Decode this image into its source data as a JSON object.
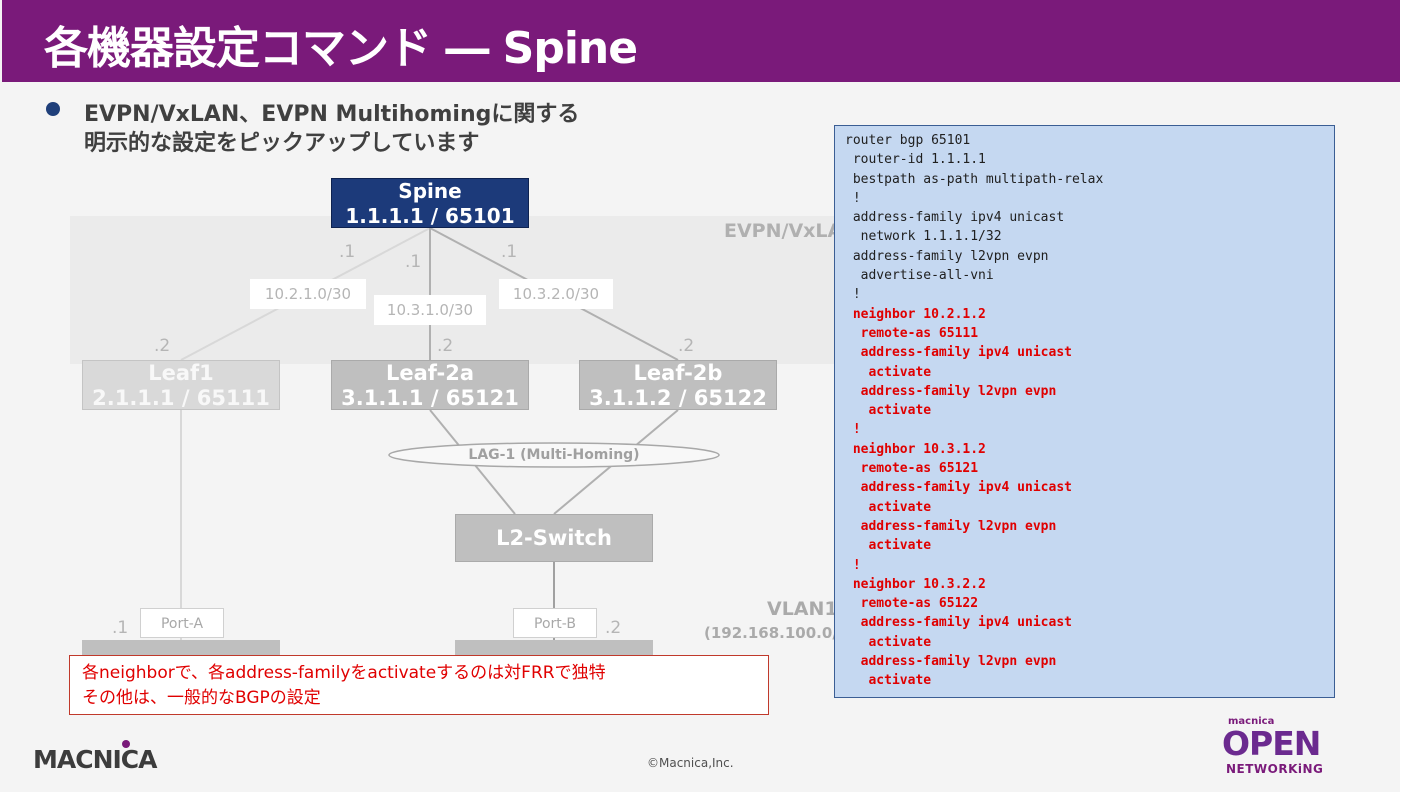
{
  "title": "各機器設定コマンド ― Spine",
  "bullet": {
    "line1": "EVPN/VxLAN、EVPN Multihomingに関する",
    "line2": "明示的な設定をピックアップしています"
  },
  "diagram": {
    "band_label": "EVPN/VxLA",
    "spine": {
      "name": "Spine",
      "addr": "1.1.1.1 / 65101"
    },
    "leaf1": {
      "name": "Leaf1",
      "addr": "2.1.1.1 / 65111"
    },
    "leaf2a": {
      "name": "Leaf-2a",
      "addr": "3.1.1.1 / 65121"
    },
    "leaf2b": {
      "name": "Leaf-2b",
      "addr": "3.1.1.2 / 65122"
    },
    "l2switch": "L2-Switch",
    "subnets": [
      "10.2.1.0/30",
      "10.3.1.0/30",
      "10.3.2.0/30"
    ],
    "spine_side": [
      ".1",
      ".1",
      ".1"
    ],
    "leaf_side": [
      ".2",
      ".2",
      ".2"
    ],
    "lag": "LAG-1 (Multi-Homing)",
    "port_a": "Port-A",
    "port_b": "Port-B",
    "port_a_ip": ".1",
    "port_b_ip": ".2",
    "vlan_name": "VLAN1",
    "vlan_subnet": "(192.168.100.0/"
  },
  "config": {
    "lines": [
      {
        "text": "router bgp 65101",
        "hl": false
      },
      {
        "text": " router-id 1.1.1.1",
        "hl": false
      },
      {
        "text": " bestpath as-path multipath-relax",
        "hl": false
      },
      {
        "text": " !",
        "hl": false
      },
      {
        "text": " address-family ipv4 unicast",
        "hl": false
      },
      {
        "text": "  network 1.1.1.1/32",
        "hl": false
      },
      {
        "text": " address-family l2vpn evpn",
        "hl": false
      },
      {
        "text": "  advertise-all-vni",
        "hl": false
      },
      {
        "text": " !",
        "hl": false
      },
      {
        "text": " neighbor 10.2.1.2",
        "hl": true
      },
      {
        "text": "  remote-as 65111",
        "hl": true
      },
      {
        "text": "  address-family ipv4 unicast",
        "hl": true
      },
      {
        "text": "   activate",
        "hl": true
      },
      {
        "text": "  address-family l2vpn evpn",
        "hl": true
      },
      {
        "text": "   activate",
        "hl": true
      },
      {
        "text": " !",
        "hl": true
      },
      {
        "text": " neighbor 10.3.1.2",
        "hl": true
      },
      {
        "text": "  remote-as 65121",
        "hl": true
      },
      {
        "text": "  address-family ipv4 unicast",
        "hl": true
      },
      {
        "text": "   activate",
        "hl": true
      },
      {
        "text": "  address-family l2vpn evpn",
        "hl": true
      },
      {
        "text": "   activate",
        "hl": true
      },
      {
        "text": " !",
        "hl": true
      },
      {
        "text": " neighbor 10.3.2.2",
        "hl": true
      },
      {
        "text": "  remote-as 65122",
        "hl": true
      },
      {
        "text": "  address-family ipv4 unicast",
        "hl": true
      },
      {
        "text": "   activate",
        "hl": true
      },
      {
        "text": "  address-family l2vpn evpn",
        "hl": true
      },
      {
        "text": "   activate",
        "hl": true
      }
    ]
  },
  "note": {
    "line1": "各neighborで、各address-familyをactivateするのは対FRRで独特",
    "line2": "その他は、一般的なBGPの設定"
  },
  "footer": {
    "logo_left": "MACNICA",
    "copyright": "©Macnica,Inc.",
    "logo_right_small": "macnica",
    "logo_right_main": "OPEN",
    "logo_right_sub": "NETWORKiNG"
  },
  "colors": {
    "title_bar": "#7a1a7a",
    "spine_fill": "#1c3a7a",
    "config_bg": "#c5d8f1",
    "highlight": "#e00000"
  }
}
